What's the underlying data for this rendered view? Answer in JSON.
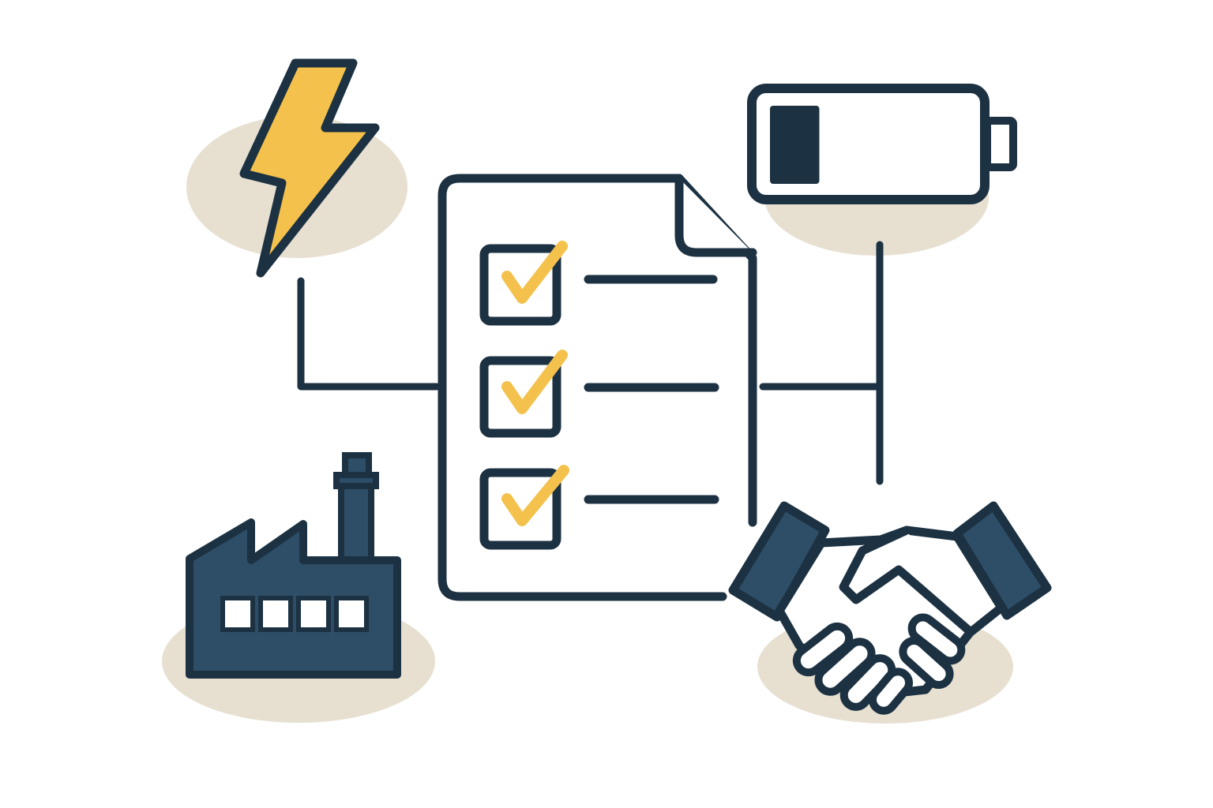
{
  "diagram": {
    "colors": {
      "outline": "#1c3142",
      "navy_fill": "#2d4e66",
      "accent": "#f4c24c",
      "blob": "#e7e0d1",
      "background": "#ffffff",
      "paper": "#ffffff"
    },
    "center_node": {
      "icon": "checklist-document-icon",
      "items": [
        {
          "checked": true
        },
        {
          "checked": true
        },
        {
          "checked": true
        }
      ]
    },
    "nodes": [
      {
        "id": "power",
        "icon": "lightning-bolt-icon",
        "position": "top-left"
      },
      {
        "id": "battery",
        "icon": "low-battery-icon",
        "position": "top-right",
        "charge_level": 0.25
      },
      {
        "id": "factory",
        "icon": "factory-icon",
        "position": "bottom-left"
      },
      {
        "id": "agreement",
        "icon": "handshake-icon",
        "position": "bottom-right"
      }
    ],
    "connections": [
      {
        "from": "center",
        "to": "power"
      },
      {
        "from": "center",
        "to": "battery"
      },
      {
        "from": "center",
        "to": "agreement"
      }
    ]
  }
}
